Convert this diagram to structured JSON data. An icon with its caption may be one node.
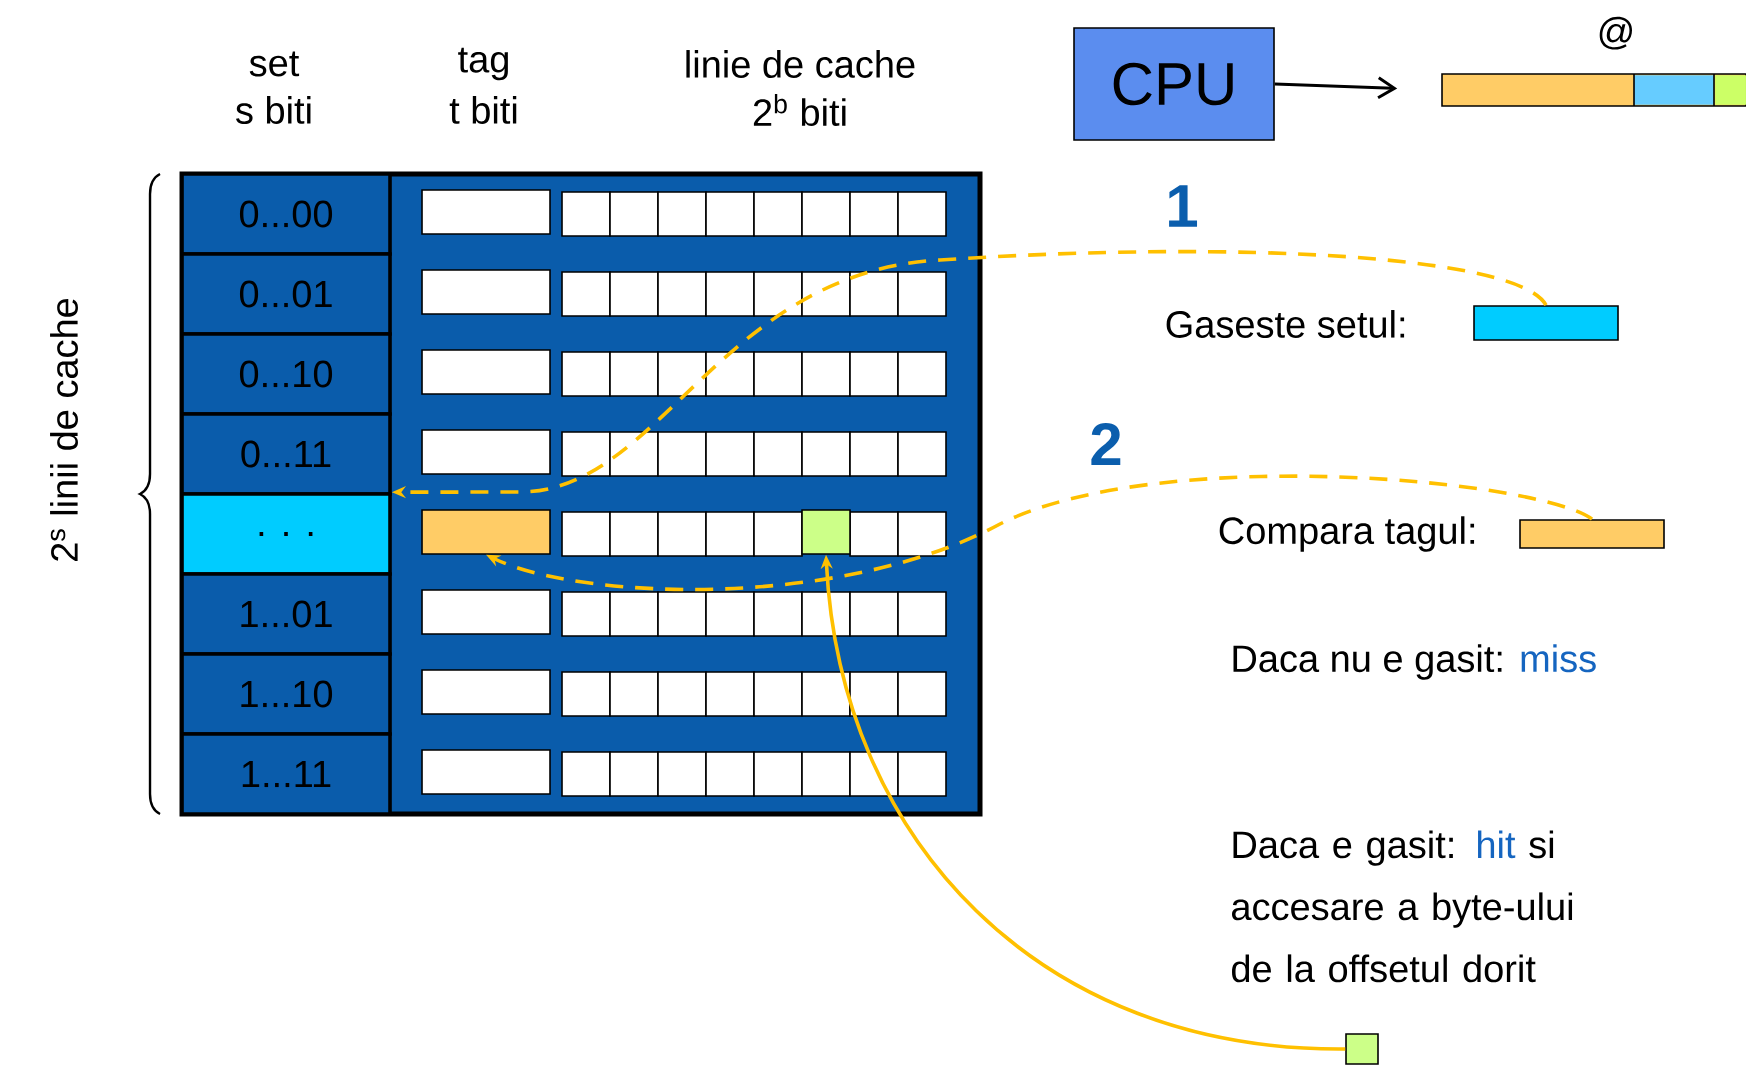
{
  "diagram": {
    "nodes": [
      {
        "text": [
          "CPU"
        ]
      },
      {
        "text": [],
        "shape": "bar",
        "beside": [
          "@"
        ]
      },
      {
        "text": [
          "0...00"
        ]
      },
      {
        "text": [
          "0...01"
        ]
      },
      {
        "text": [
          "0...10"
        ]
      },
      {
        "text": [
          "0...11"
        ]
      },
      {
        "text": [
          ". . ."
        ]
      },
      {
        "text": [
          "1...01"
        ]
      },
      {
        "text": [
          "1...10"
        ]
      },
      {
        "text": [
          "1...11"
        ]
      },
      {
        "text": [],
        "shape": "box"
      },
      {
        "text": [],
        "shape": "box"
      },
      {
        "text": [],
        "shape": "box"
      },
      {
        "text": [],
        "shape": "box"
      },
      {
        "text": [],
        "shape": "box"
      },
      {
        "text": [],
        "shape": "box"
      },
      {
        "text": [],
        "shape": "box"
      },
      {
        "text": [],
        "shape": "box"
      },
      {
        "text": [],
        "shape": "box"
      },
      {
        "text": [],
        "shape": "bar",
        "beside": [
          "Gaseste setul:"
        ]
      },
      {
        "text": [],
        "shape": "bar",
        "beside": [
          "Compara tagul:"
        ]
      },
      {
        "text": [],
        "shape": "box"
      }
    ],
    "edges": [
      {
        "from": 0,
        "to": 1,
        "arrow": "to",
        "color": "#000000"
      },
      {
        "from": 19,
        "to": 6,
        "arrow": "to",
        "style": "dashed"
      },
      {
        "from": 20,
        "to": 14,
        "arrow": "to",
        "style": "dashed"
      },
      {
        "from": 21,
        "to": 18,
        "arrow": "to"
      }
    ],
    "labels": [
      "set",
      "s biti",
      "tag",
      "t biti",
      "linie de cache",
      "2$^{b}$ biti",
      "2$^{s}$ linii de cache",
      "1",
      "2",
      "Daca nu e gasit:",
      "miss",
      "Daca e gasit:",
      "hit",
      "si accesare a byte-ului de la offsetul dorit"
    ]
  }
}
